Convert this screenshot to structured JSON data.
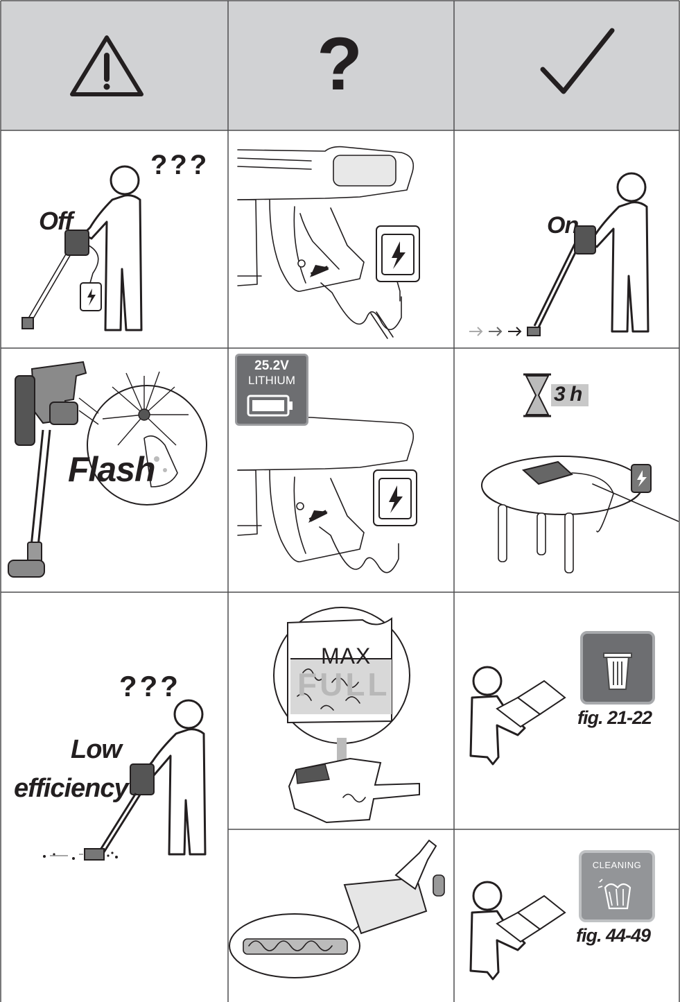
{
  "header": {
    "problem_icon": "warning-triangle-icon",
    "cause_icon": "question-mark-icon",
    "cause_symbol": "?",
    "solution_icon": "check-mark-icon"
  },
  "rows": [
    {
      "problem": {
        "label": "Off",
        "marks": "???"
      },
      "cause": {
        "illustration": "handle-charger-plug"
      },
      "solution": {
        "label": "On",
        "illustration": "person-vacuuming"
      }
    },
    {
      "problem": {
        "label": "Flash",
        "illustration": "flashing-indicator"
      },
      "cause": {
        "badge_voltage": "25.2V",
        "badge_chemistry": "LITHIUM",
        "illustration": "battery-charging"
      },
      "solution": {
        "duration": "3 h",
        "illustration": "charging-on-table"
      }
    },
    {
      "problem": {
        "label_line1": "Low",
        "label_line2": "efficiency",
        "marks": "???"
      },
      "causes": [
        {
          "max_label": "MAX",
          "full_label": "FULL",
          "illustration": "dust-container-full"
        },
        {
          "illustration": "brush-roll-hair"
        }
      ],
      "solutions": [
        {
          "figure_ref": "fig. 21-22",
          "icon": "trash-can-icon"
        },
        {
          "figure_ref": "fig. 44-49",
          "badge_label": "CLEANING",
          "icon": "cleaning-hands-icon"
        }
      ]
    }
  ]
}
